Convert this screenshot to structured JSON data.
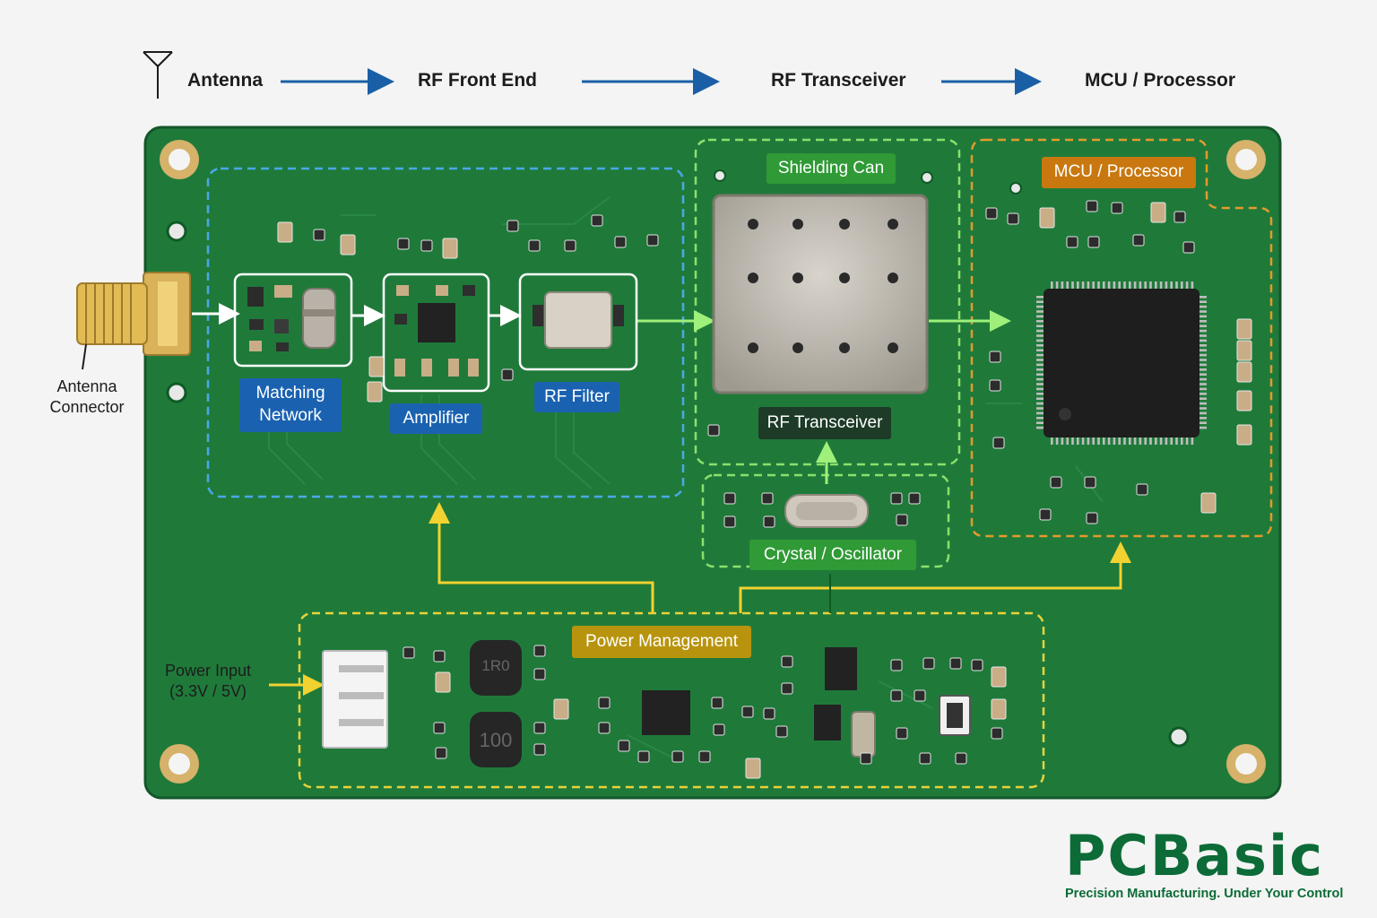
{
  "flow": {
    "antenna": "Antenna",
    "front_end": "RF Front End",
    "transceiver": "RF Transceiver",
    "mcu": "MCU / Processor"
  },
  "labels": {
    "antenna_connector": "Antenna\nConnector",
    "power_input": "Power Input\n(3.3V / 5V)",
    "matching_network": "Matching\nNetwork",
    "amplifier": "Amplifier",
    "rf_filter": "RF Filter",
    "shielding_can": "Shielding Can",
    "rf_transceiver": "RF Transceiver",
    "mcu_processor": "MCU / Processor",
    "crystal": "Crystal / Oscillator",
    "power_management": "Power Management",
    "inductor_1": "1R0",
    "inductor_2": "100"
  },
  "brand": {
    "name": "PCBasic",
    "tagline": "Precision Manufacturing. Under Your Control"
  },
  "colors": {
    "pcb": "#1f7a3a",
    "rf_zone": "#4aa8e8",
    "shield_zone": "#8be06a",
    "mcu_zone": "#e39a2c",
    "power_zone": "#e8d23a",
    "blue_badge": "#1a62b0",
    "green_badge": "#2f9a36",
    "orange_badge": "#c8780f",
    "olive_badge": "#b8940e",
    "dark_badge": "#1d3b27",
    "flow_arrow": "#1a5fa6"
  }
}
